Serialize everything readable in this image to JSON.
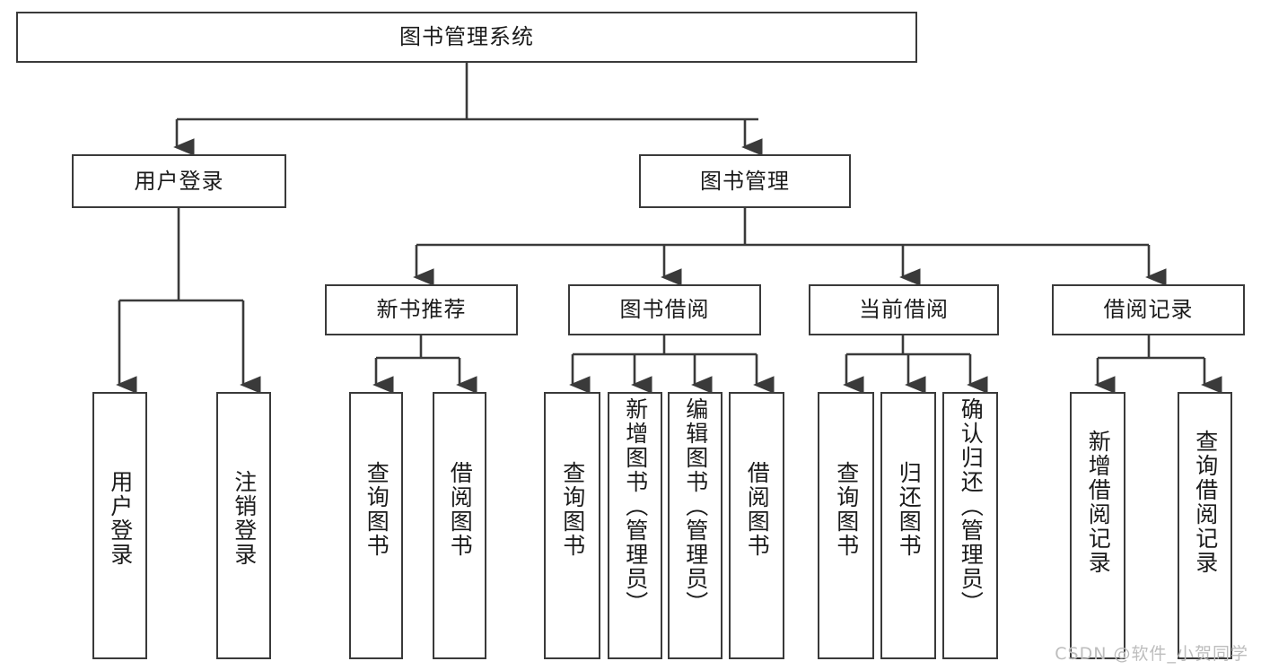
{
  "diagram": {
    "title_node": {
      "label": "图书管理系统"
    },
    "level1": [
      {
        "label": "用户登录"
      },
      {
        "label": "图书管理"
      }
    ],
    "level2": [
      {
        "label": "新书推荐"
      },
      {
        "label": "图书借阅"
      },
      {
        "label": "当前借阅"
      },
      {
        "label": "借阅记录"
      }
    ],
    "leaves": [
      {
        "label": "用户登录"
      },
      {
        "label": "注销登录"
      },
      {
        "label": "查询图书"
      },
      {
        "label": "借阅图书"
      },
      {
        "label": "查询图书"
      },
      {
        "label": "新增图书（管理员）"
      },
      {
        "label": "编辑图书（管理员）"
      },
      {
        "label": "借阅图书"
      },
      {
        "label": "查询图书"
      },
      {
        "label": "归还图书"
      },
      {
        "label": "确认归还（管理员）"
      },
      {
        "label": "新增借阅记录"
      },
      {
        "label": "查询借阅记录"
      }
    ],
    "watermark": "CSDN @软件_小贺同学",
    "colors": {
      "background": "#ffffff",
      "border": "#3a3a3a",
      "text": "#1b1b1b",
      "watermark": "#bdbdbd"
    }
  }
}
